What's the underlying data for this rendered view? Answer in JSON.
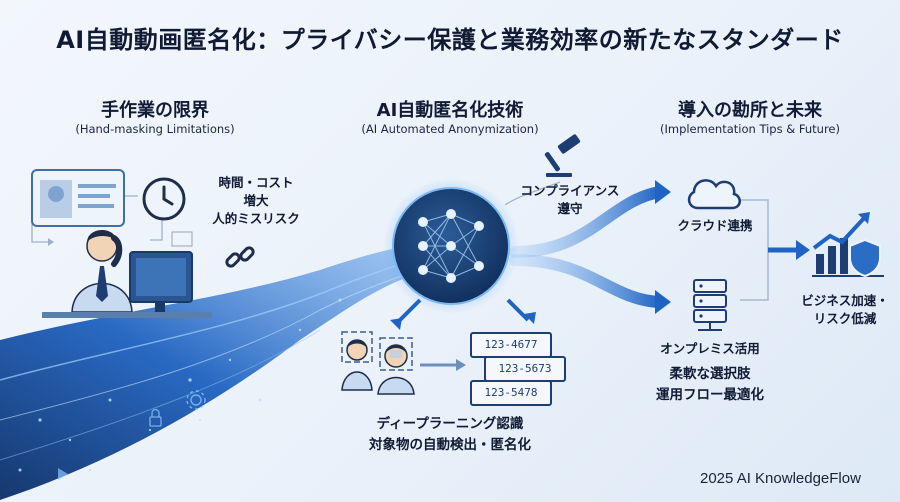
{
  "title": "AI自動動画匿名化：プライバシー保護と業務効率の新たなスタンダード",
  "sections": {
    "left": {
      "title": "手作業の限界",
      "subtitle": "(Hand-masking Limitations)",
      "issue_line1": "時間・コスト",
      "issue_line2": "増大",
      "issue_line3": "人的ミスリスク"
    },
    "center": {
      "title": "AI自動匿名化技術",
      "subtitle": "(AI Automated Anonymization)",
      "compliance_line1": "コンプライアンス",
      "compliance_line2": "遵守",
      "tech_line1": "ディープラーニング認識",
      "tech_line2": "対象物の自動検出・匿名化",
      "plates": [
        "123-4677",
        "123-5673",
        "123-5478"
      ]
    },
    "right": {
      "title": "導入の勘所と未来",
      "subtitle": "(Implementation Tips & Future)",
      "cloud_label": "クラウド連携",
      "onprem_label": "オンプレミス活用",
      "flex_line1": "柔軟な選択肢",
      "flex_line2": "運用フロー最適化",
      "result_line1": "ビジネス加速・",
      "result_line2": "リスク低減"
    }
  },
  "credit": "2025 AI KnowledgeFlow",
  "colors": {
    "primary": "#1f5fb0",
    "navy": "#1d3a66",
    "glow": "#3f8ce0",
    "text": "#0f1a33"
  },
  "icons": [
    "clock-icon",
    "broken-chain-icon",
    "gavel-icon",
    "neural-network-icon",
    "cloud-icon",
    "server-icon",
    "growth-chart-icon",
    "shield-icon",
    "face-blur-icon",
    "worker-icon"
  ]
}
